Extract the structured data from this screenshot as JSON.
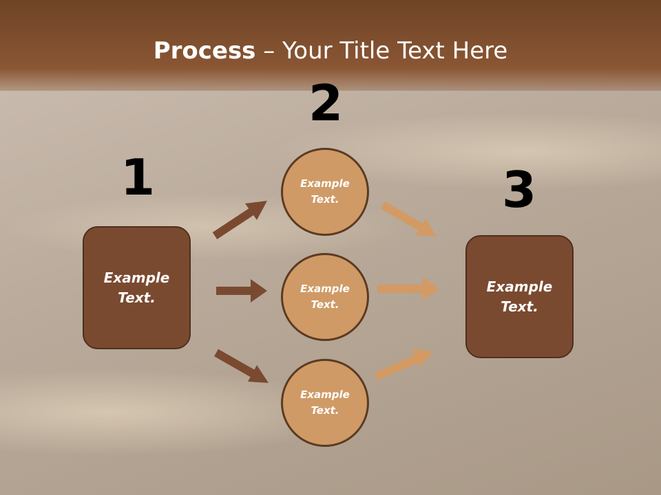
{
  "slide": {
    "title_bold": "Process",
    "title_rest": " – Your Title Text Here"
  },
  "steps": [
    {
      "number": "1",
      "text": "Example\nText."
    },
    {
      "number": "2",
      "text": "Example\nText."
    },
    {
      "number": "3",
      "text": "Example\nText."
    }
  ],
  "circles": [
    {
      "text": "Example\nText."
    },
    {
      "text": "Example\nText."
    },
    {
      "text": "Example\nText."
    }
  ],
  "colors": {
    "box_fill": "#7a4a30",
    "circle_fill": "#cf9a66",
    "arrow_dark": "#7a4a30",
    "arrow_light": "#d39a63",
    "title_band": "#8a5634"
  }
}
